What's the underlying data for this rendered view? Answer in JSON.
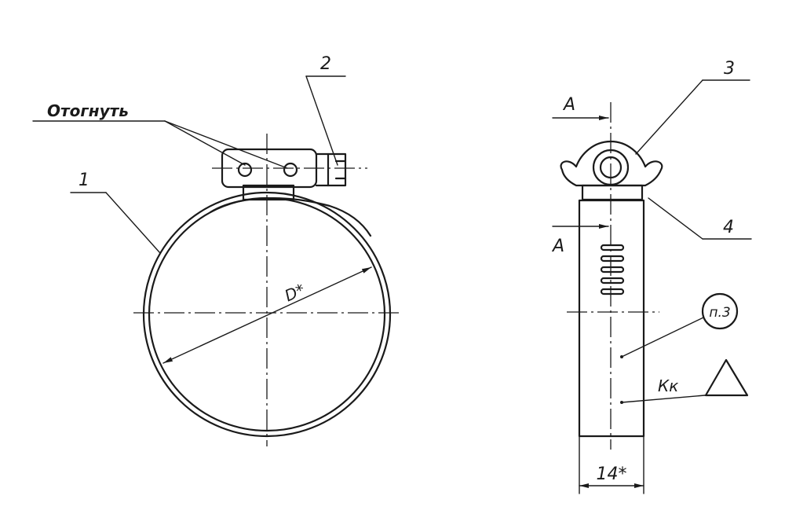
{
  "labels": {
    "note_bend": "Отогнуть",
    "pos_1": "1",
    "pos_2": "2",
    "pos_3": "3",
    "pos_4": "4",
    "dim_diameter": "D*",
    "section_mark_top": "А",
    "section_mark_bottom": "А",
    "note_ref": "п.3",
    "coating_mark": "Кк",
    "dim_width": "14*"
  },
  "colors": {
    "line": "#1a1a1a",
    "background": "#ffffff"
  }
}
